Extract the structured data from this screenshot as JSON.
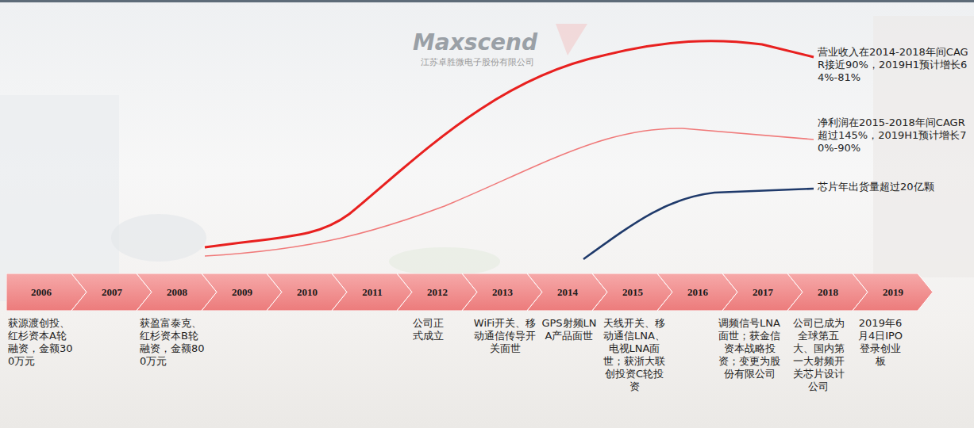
{
  "diagram": {
    "nodes": [
      {
        "text": [
          "2006"
        ]
      },
      {
        "text": [
          "2007"
        ]
      },
      {
        "text": [
          "2008"
        ]
      },
      {
        "text": [
          "2009"
        ]
      },
      {
        "text": [
          "2010"
        ]
      },
      {
        "text": [
          "2011"
        ]
      },
      {
        "text": [
          "2012"
        ]
      },
      {
        "text": [
          "2013"
        ]
      },
      {
        "text": [
          "2014"
        ]
      },
      {
        "text": [
          "2015"
        ]
      },
      {
        "text": [
          "2016"
        ]
      },
      {
        "text": [
          "2017"
        ]
      },
      {
        "text": [
          "2018"
        ]
      },
      {
        "text": [
          "2019"
        ]
      }
    ],
    "labels": [
      "获源渡创投、红杉资本A轮融资，金额300万元",
      "获盈富泰克、红杉资本B轮融资，金额800万元",
      "公司正式成立",
      "WiFi开关、移动通信传导开关面世",
      "GPS射频LNA产品面世",
      "天线开关、移动通信LNA、电视LNA面世；获浙大联创投资C轮投资",
      "调频信号LNA面世；获金信资本战略投资；变更为股份有限公司",
      "公司已成为全球第五大、国内第一大射频开关芯片设计公司",
      "2019年6月4日IPO登录创业板",
      "营业收入在2014-2018年间CAGR接近90%，2019H1预计增长64%-81%",
      "净利润在2015-2018年间CAGR超过145%，2019H1预计增长70%-90%",
      "芯片年出货量超过20亿颗",
      "Maxscend",
      "江苏卓胜微电子股份有限公司"
    ]
  }
}
